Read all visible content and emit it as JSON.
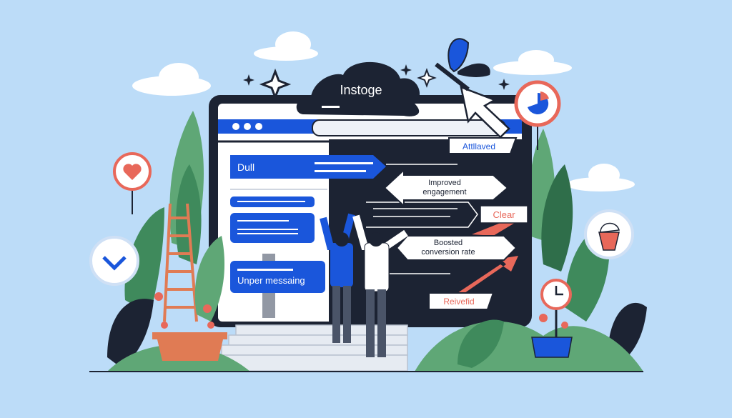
{
  "scene": {
    "cloud_title": "Instoge",
    "cards": {
      "dull": "Dull",
      "unclear": "Unper messaing"
    },
    "signs": {
      "top": "Attllaved",
      "engagement_line1": "Improved",
      "engagement_line2": "engagement",
      "clear": "Clear",
      "conversion_line1": "Boosted",
      "conversion_line2": "conversion rate",
      "bottom": "Reivefid"
    },
    "icons": [
      "heart-icon",
      "checkmark-icon",
      "pie-chart-icon",
      "cup-icon",
      "clock-icon",
      "butterfly-icon",
      "cursor-arrow-icon",
      "ladder-icon",
      "sparkle-icon"
    ]
  },
  "colors": {
    "sky": "#bcdcf8",
    "browser_frame": "#1c2333",
    "brand_blue": "#1a56db",
    "accent_red": "#e8685a",
    "leaf_green": "#3f8a5c",
    "pot_orange": "#e07b54"
  }
}
